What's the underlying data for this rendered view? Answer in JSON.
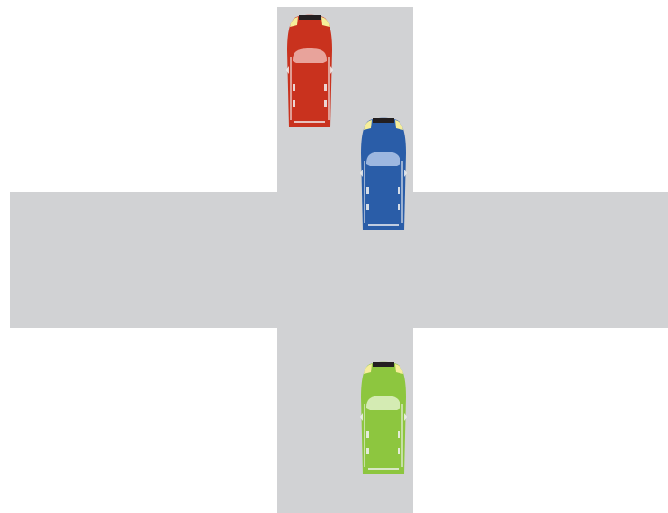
{
  "scene": {
    "background": "#ffffff",
    "road_color": "#d1d2d4",
    "roads": [
      {
        "id": "vertical-road",
        "orientation": "vertical"
      },
      {
        "id": "horizontal-road",
        "orientation": "horizontal"
      }
    ]
  },
  "vehicles": [
    {
      "id": "red-car",
      "color": "#c9321e",
      "window_color": "#e8a39b",
      "heading": "up"
    },
    {
      "id": "blue-car",
      "color": "#2a5da8",
      "window_color": "#9db7e0",
      "heading": "up"
    },
    {
      "id": "green-car",
      "color": "#8dc63f",
      "window_color": "#d4ebb3",
      "heading": "up"
    }
  ],
  "accents": {
    "headlight": "#f6ee9a",
    "bumper": "#231f20",
    "trim": "#f2f2f2"
  }
}
